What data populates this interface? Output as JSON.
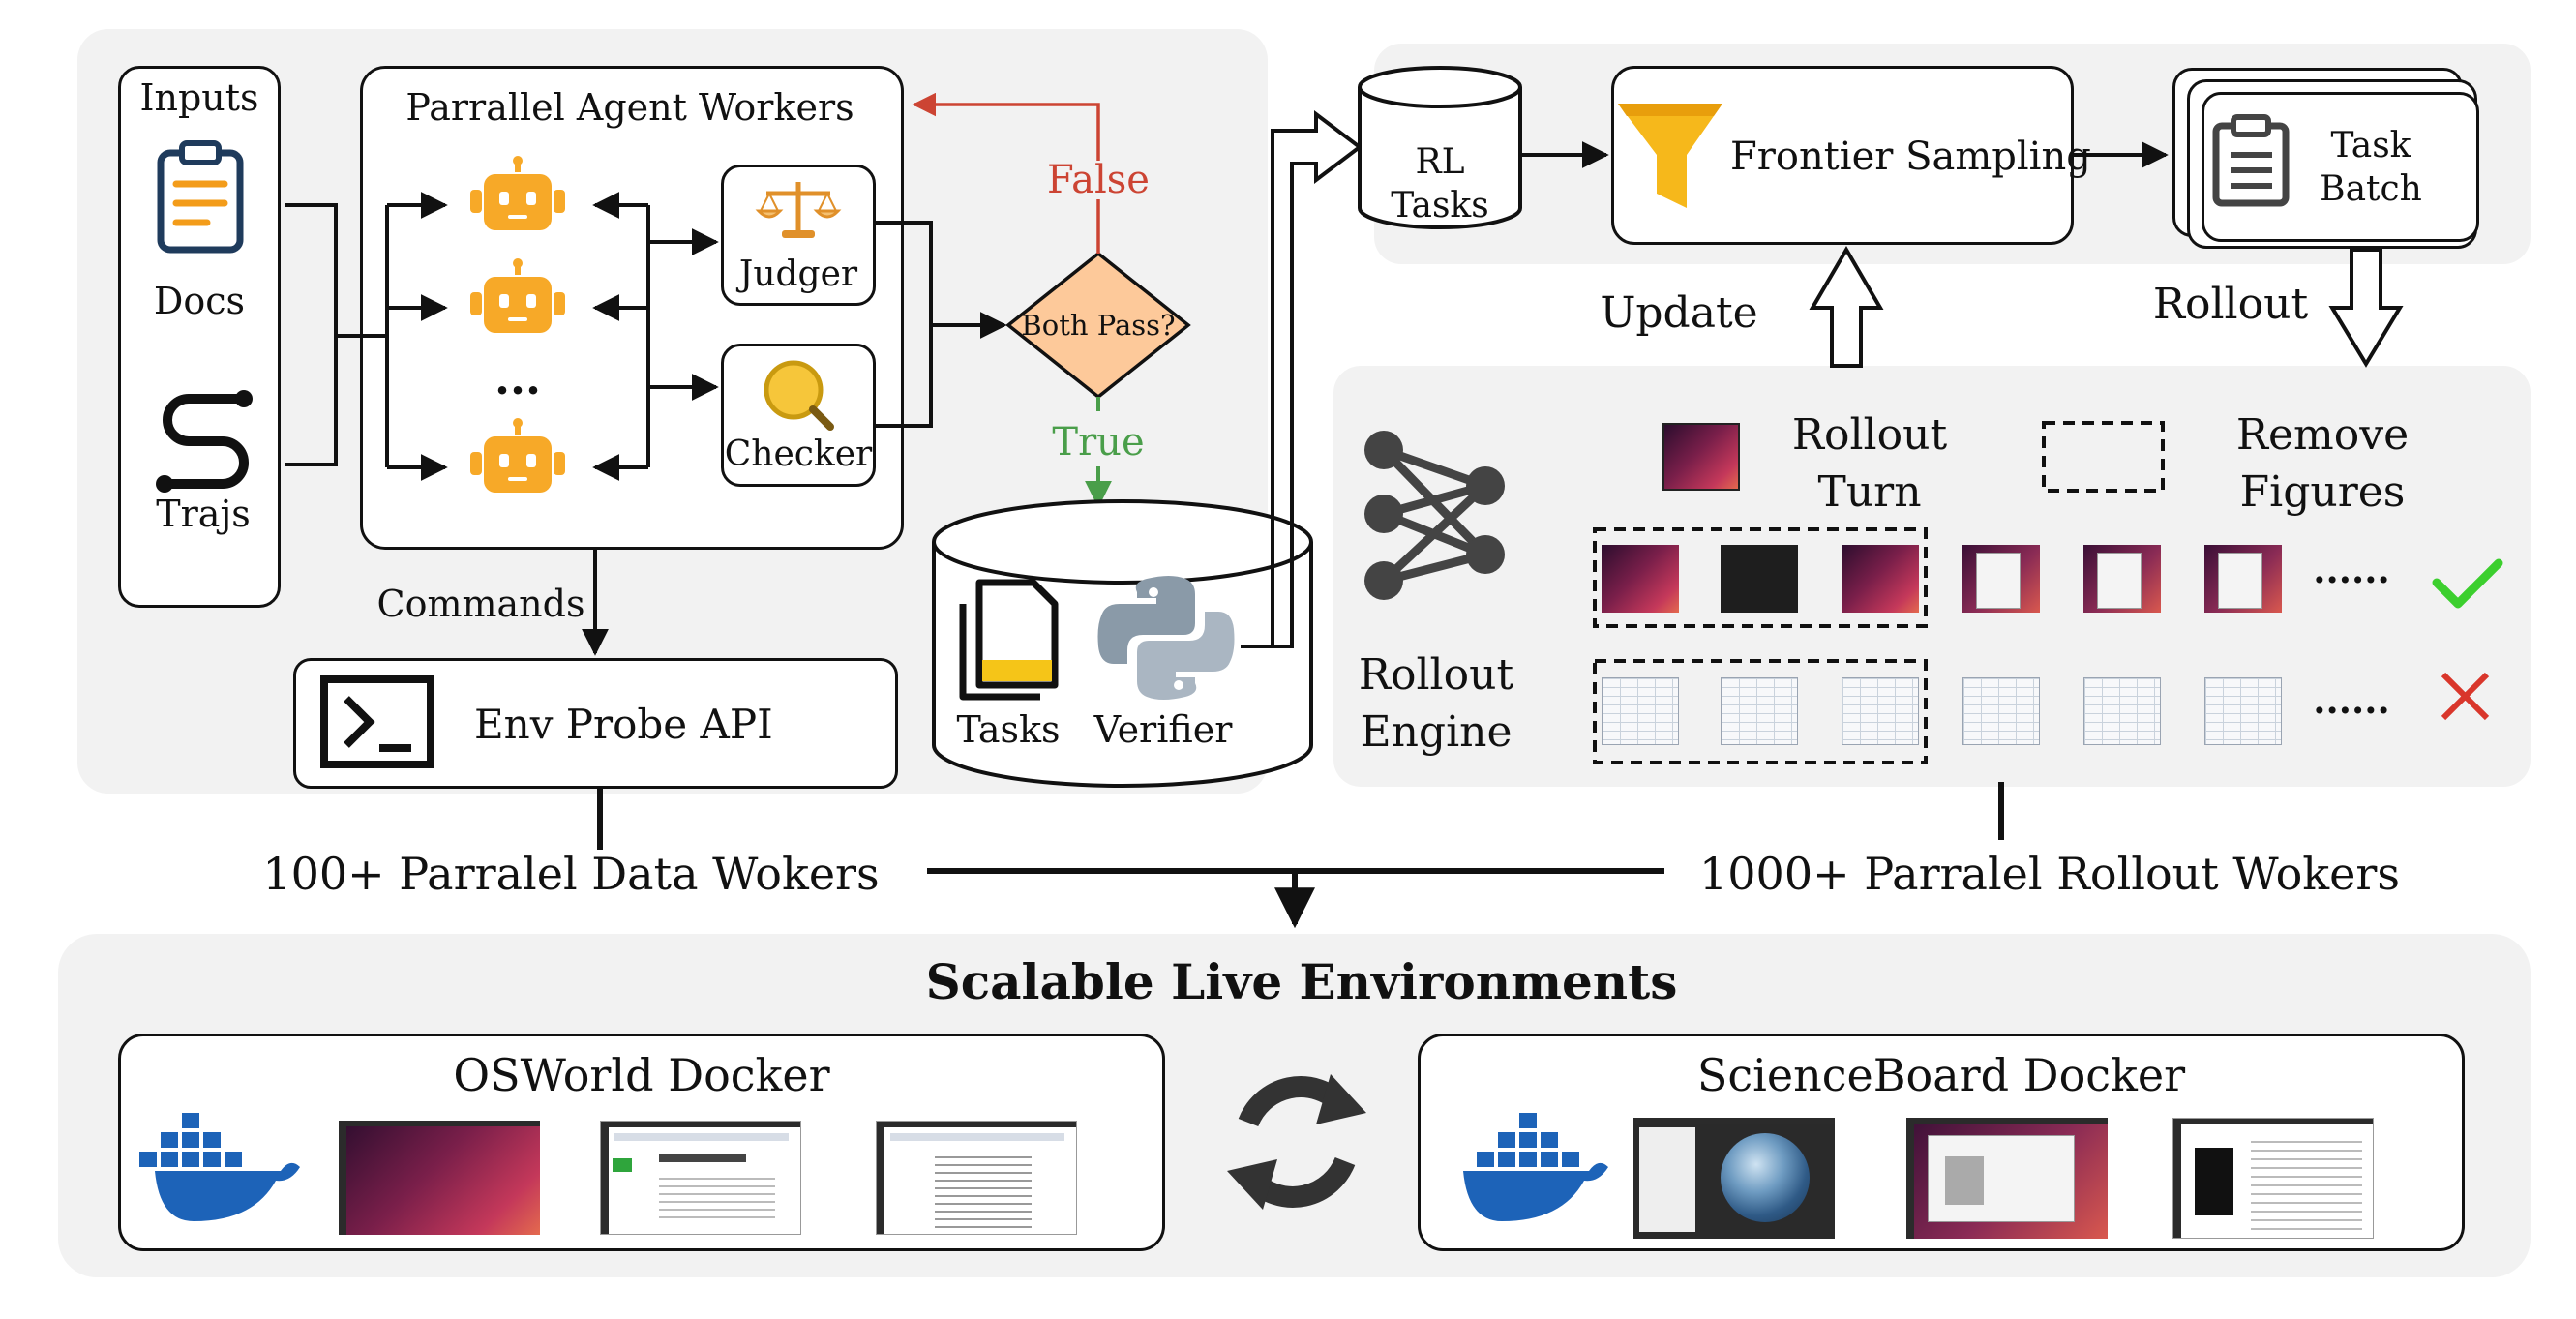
{
  "left_panel": {
    "inputs_label": "Inputs",
    "docs_label": "Docs",
    "trajs_label": "Trajs",
    "workers_title": "Parrallel Agent Workers",
    "dots": "···",
    "judger_label": "Judger",
    "checker_label": "Checker",
    "both_pass_label": "Both Pass?",
    "false_label": "False",
    "true_label": "True",
    "tasks_label": "Tasks",
    "verifier_label": "Verifier",
    "commands_label": "Commands",
    "env_probe_label": "Env Probe API"
  },
  "right_panel": {
    "rl_tasks_label": "RL\nTasks",
    "frontier_label": "Frontier Sampling",
    "task_batch_label": "Task\nBatch",
    "update_label": "Update",
    "rollout_label": "Rollout",
    "rollout_engine_label": "Rollout\nEngine",
    "rollout_turn_label": "Rollout\nTurn",
    "remove_figures_label": "Remove\nFigures",
    "ellipsis": "......"
  },
  "workers": {
    "data_workers_label": "100+ Parralel Data Wokers",
    "rollout_workers_label": "1000+ Parralel Rollout Wokers"
  },
  "bottom_panel": {
    "title": "Scalable Live Environments",
    "osworld_label": "OSWorld Docker",
    "scienceboard_label": "ScienceBoard Docker"
  },
  "colors": {
    "panel_bg": "#f2f2f2",
    "agent_orange": "#f7a928",
    "false_red": "#cc4433",
    "true_green": "#4a9e4a",
    "diamond_fill": "#fdc99a",
    "docker_blue": "#1d63b8",
    "check_green": "#3ccf2e",
    "cross_red": "#d9362b",
    "funnel_yellow": "#f6b81b"
  },
  "icons": [
    "clipboard-icon",
    "trajectory-icon",
    "robot-icon",
    "scale-icon",
    "magnifier-icon",
    "documents-icon",
    "python-icon",
    "terminal-icon",
    "funnel-icon",
    "neural-network-icon",
    "docker-icon",
    "sync-icon",
    "checkmark-icon",
    "cross-icon"
  ]
}
